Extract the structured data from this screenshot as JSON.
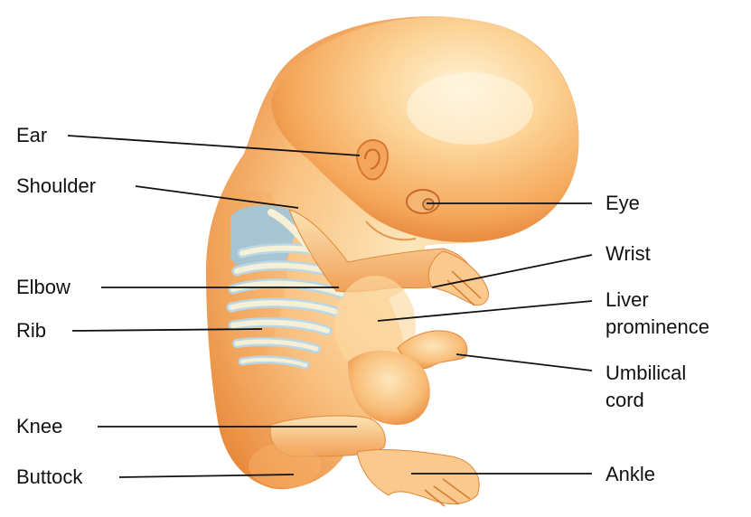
{
  "labels_left": [
    {
      "key": "ear",
      "text": "Ear"
    },
    {
      "key": "shoulder",
      "text": "Shoulder"
    },
    {
      "key": "elbow",
      "text": "Elbow"
    },
    {
      "key": "rib",
      "text": "Rib"
    },
    {
      "key": "knee",
      "text": "Knee"
    },
    {
      "key": "buttock",
      "text": "Buttock"
    }
  ],
  "labels_right": [
    {
      "key": "eye",
      "lines": [
        "Eye"
      ]
    },
    {
      "key": "wrist",
      "lines": [
        "Wrist"
      ]
    },
    {
      "key": "liver",
      "lines": [
        "Liver",
        "prominence"
      ]
    },
    {
      "key": "umbilical",
      "lines": [
        "Umbilical",
        "cord"
      ]
    },
    {
      "key": "ankle",
      "lines": [
        "Ankle"
      ]
    }
  ],
  "colors": {
    "skin_light": "#fde3b0",
    "skin_mid": "#f7b56a",
    "skin_dark": "#e27d2f",
    "bone": "#f5f0d2",
    "bone_shadow": "#b8d6e6",
    "scapula": "#9fc6dd",
    "leader_line": "#111111"
  }
}
